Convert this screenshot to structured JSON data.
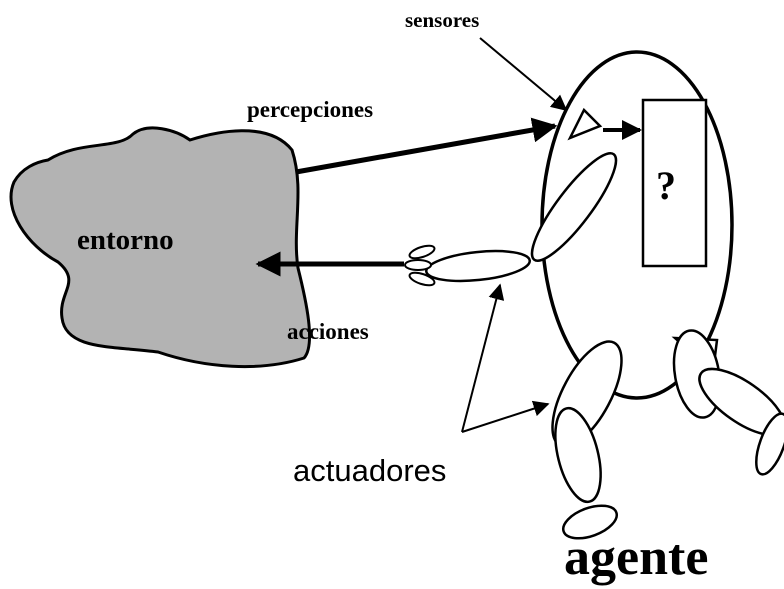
{
  "labels": {
    "sensors": "sensores",
    "percepts": "percepciones",
    "environment": "entorno",
    "actions": "acciones",
    "actuators": "actuadores",
    "agent": "agente",
    "unknown": "?"
  },
  "colors": {
    "environment_fill": "#b3b3b3",
    "stroke": "#000000",
    "background": "#ffffff"
  }
}
